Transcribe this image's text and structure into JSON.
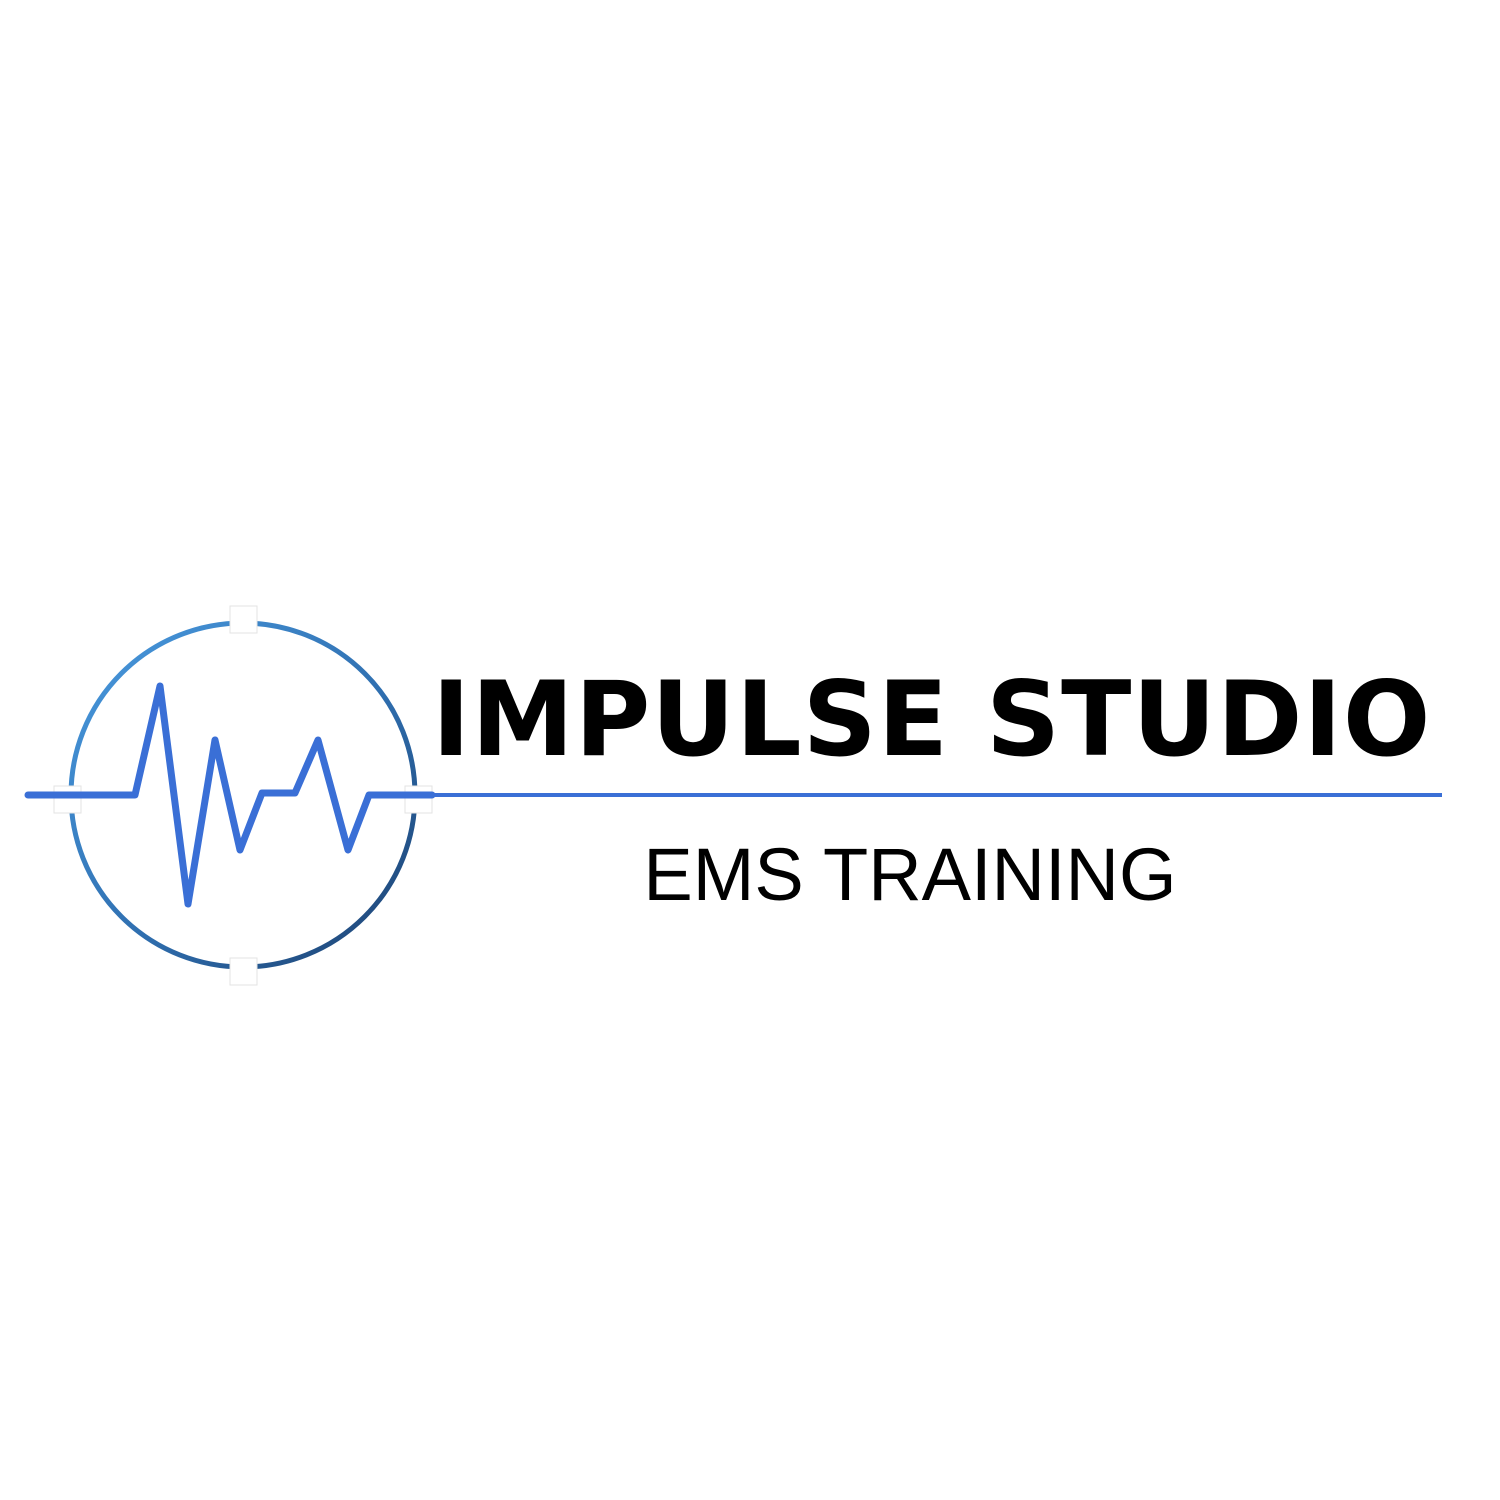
{
  "logo": {
    "brand_name": "IMPULSE STUDIO",
    "tagline": "EMS TRAINING",
    "icons": {
      "emblem": "heartbeat-circle-icon",
      "pulse": "ecg-pulse-line-icon",
      "underline": "divider-line"
    },
    "colors": {
      "background": "#ffffff",
      "text": "#000000",
      "pulse_line": "#3a6fd6",
      "ring_light": "#3f8fd1",
      "ring_dark": "#1f4a7a"
    }
  }
}
